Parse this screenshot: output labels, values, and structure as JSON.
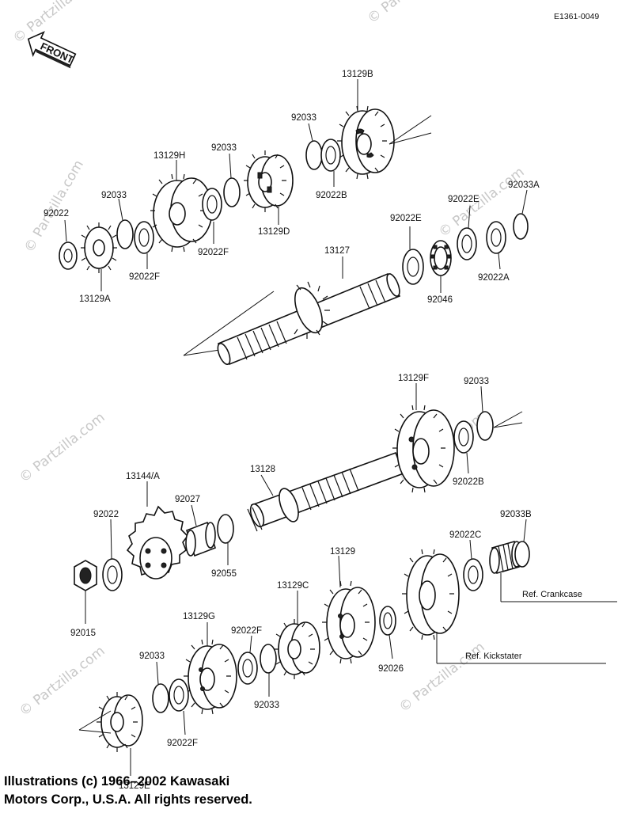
{
  "diagram_id": "E1361-0049",
  "front_label": "FRONT",
  "watermark": "© Partzilla.com",
  "copyright": {
    "line1": "Illustrations (c) 1966–2002 Kawasaki",
    "line2": "Motors Corp., U.S.A.  All rights reserved."
  },
  "refs": {
    "crankcase": "Ref. Crankcase",
    "kickstater": "Ref. Kickstater"
  },
  "parts": {
    "p13129B": "13129B",
    "p92033_a": "92033",
    "p92022B_a": "92022B",
    "p13129D": "13129D",
    "p92033_b": "92033",
    "p13129H": "13129H",
    "p92022F_a": "92022F",
    "p92033_c": "92033",
    "p92022_a": "92022",
    "p92022F_b": "92022F",
    "p13129A": "13129A",
    "p92033A": "92033A",
    "p92022E_a": "92022E",
    "p92022E_b": "92022E",
    "p92022A": "92022A",
    "p92046": "92046",
    "p13127": "13127",
    "p13129F": "13129F",
    "p92033_d": "92033",
    "p92022B_b": "92022B",
    "p13128": "13128",
    "p13144A": "13144/A",
    "p92022_b": "92022",
    "p92027": "92027",
    "p92055": "92055",
    "p92015": "92015",
    "p92022C": "92022C",
    "p92033B": "92033B",
    "p13129": "13129",
    "p13129C": "13129C",
    "p92026": "92026",
    "p13129G": "13129G",
    "p92022F_c": "92022F",
    "p92033_e": "92033",
    "p92033_f": "92033",
    "p92022F_d": "92022F",
    "p13129E": "13129E"
  }
}
